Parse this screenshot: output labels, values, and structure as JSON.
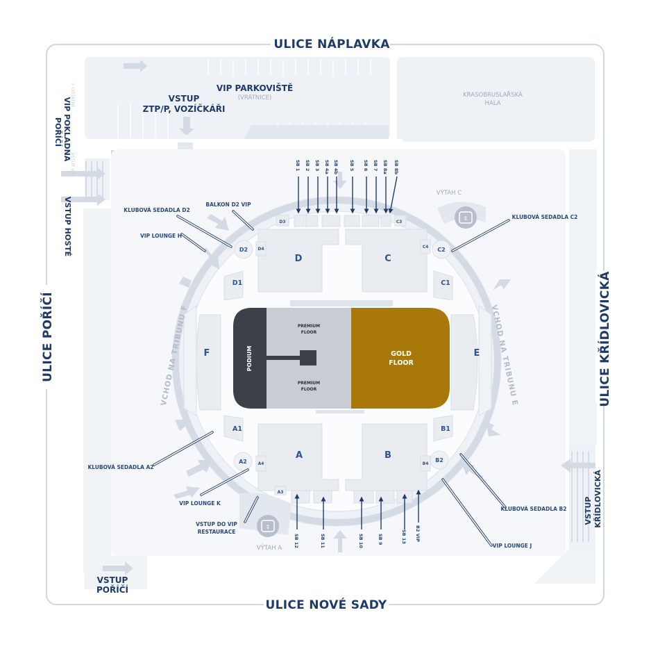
{
  "streets": {
    "north": "ULICE NÁPLAVKA",
    "south": "ULICE NOVÉ SADY",
    "west": "ULICE POŘÍČÍ",
    "east": "ULICE KŘÍDLOVICKÁ"
  },
  "top_area": {
    "vip_parking": "VIP PARKOVIŠTĚ",
    "vip_parking_sub": "(VRÁTNICE)",
    "skating_hall_1": "KRASOBRUSLAŘSKÁ",
    "skating_hall_2": "HALA",
    "entry_ztp_1": "VSTUP",
    "entry_ztp_2": "ZTP/P, VOZÍČKÁŘI"
  },
  "west_side": {
    "vip_box_office_1": "VIP POKLADNA",
    "vip_box_office_2": "POŘÍČÍ",
    "guest_entry": "VSTUP HOSTÉ",
    "faded_1": "+ OSTATNÍ",
    "faded_2": "VSTUP VIP"
  },
  "entrances": {
    "porici_1": "VSTUP",
    "porici_2": "POŘÍČÍ",
    "kridlovicka_1": "VSTUP",
    "kridlovicka_2": "KŘÍDLOVICKÁ"
  },
  "callouts": {
    "club_d2": "KLUBOVÁ SEDADLA D2",
    "balcony_d2": "BALKON D2 VIP",
    "vip_lounge_h": "VIP LOUNGE H",
    "club_c2": "KLUBOVÁ SEDADLA C2",
    "club_a2": "KLUBOVÁ SEDADLA A2",
    "vip_lounge_k": "VIP LOUNGE K",
    "vip_restaurant_1": "VSTUP DO VIP",
    "vip_restaurant_2": "RESTAURACE",
    "club_b2": "KLUBOVÁ SEDADLA B2",
    "vip_lounge_j": "VIP LOUNGE J"
  },
  "elevators": {
    "c": "VÝTAH C",
    "a": "VÝTAH A"
  },
  "tribune_entries": {
    "f": "VCHOD NA TRIBUNU F",
    "e": "VCHOD NA TRIBUNU E"
  },
  "skyboxes_top": [
    "SB 1",
    "SB 2",
    "SB 3",
    "SB 4a",
    "SB 4b",
    "SB 5",
    "SB 6",
    "SB 7",
    "SB 8a",
    "SB 8b"
  ],
  "skyboxes_bottom": [
    "SB 12",
    "SB 11",
    "SB 10",
    "SB 9",
    "SB 13",
    "B2 VIP"
  ],
  "sections": {
    "a": "A",
    "b": "B",
    "c": "C",
    "d": "D",
    "e": "E",
    "f": "F",
    "a1": "A1",
    "a2": "A2",
    "a3": "A3",
    "a4": "A4",
    "b1": "B1",
    "b2": "B2",
    "b4": "B4",
    "c1": "C1",
    "c2": "C2",
    "c3": "C3",
    "c4": "C4",
    "d1": "D1",
    "d2": "D2",
    "d3": "D3",
    "d4": "D4"
  },
  "floor": {
    "podium": "PODIUM",
    "premium_1": "PREMIUM",
    "premium_2": "FLOOR",
    "gold_1": "GOLD",
    "gold_2": "FLOOR"
  },
  "colors": {
    "navy": "#1e3a66",
    "gold": "#a8780a",
    "podium": "#3c4049",
    "premium": "#c8ccd3",
    "structure": "#e9edf2",
    "ring": "#dde3ea"
  }
}
